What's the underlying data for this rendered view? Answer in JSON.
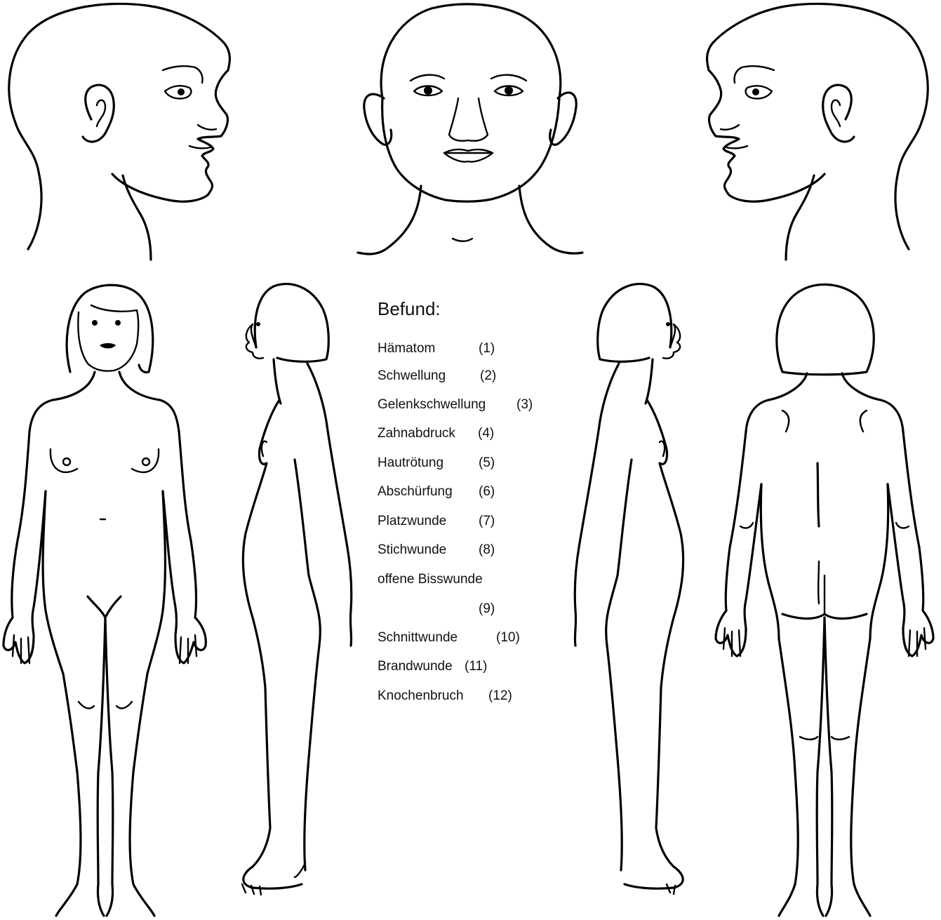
{
  "legend": {
    "title": "Befund:",
    "items": [
      {
        "label": "Hämatom",
        "code": "(1)"
      },
      {
        "label": "Schwellung",
        "code": "(2)"
      },
      {
        "label": "Gelenkschwellung",
        "code": "(3)"
      },
      {
        "label": "Zahnabdruck",
        "code": "(4)"
      },
      {
        "label": "Hautrötung",
        "code": "(5)"
      },
      {
        "label": "Abschürfung",
        "code": "(6)"
      },
      {
        "label": "Platzwunde",
        "code": "(7)"
      },
      {
        "label": "Stichwunde",
        "code": "(8)"
      },
      {
        "label": "offene Bisswunde",
        "code": ""
      },
      {
        "label": "",
        "code": "(9)"
      },
      {
        "label": "Schnittwunde",
        "code": "(10)"
      },
      {
        "label": "Brandwunde",
        "code": "(11)"
      },
      {
        "label": "Knochenbruch",
        "code": "(12)"
      }
    ]
  }
}
